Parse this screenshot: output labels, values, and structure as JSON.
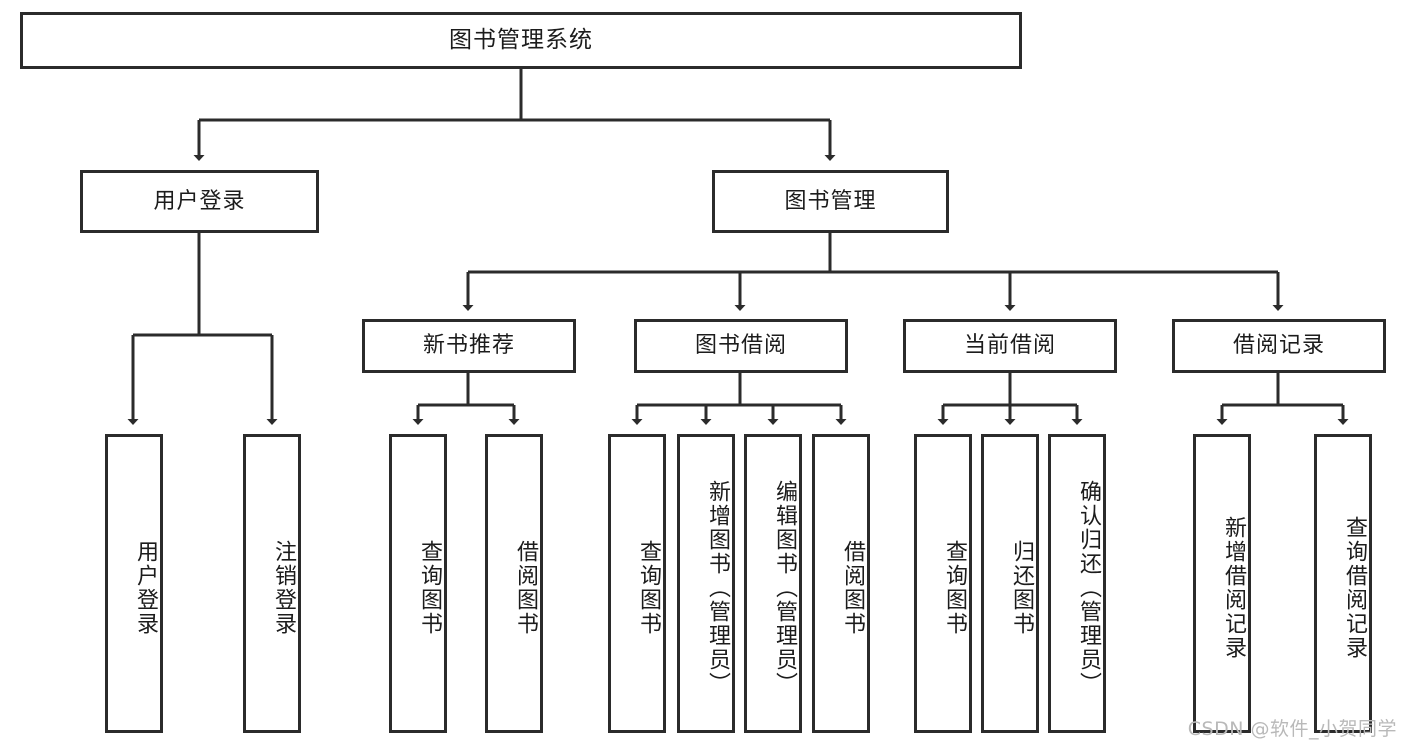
{
  "diagram": {
    "title": "图书管理系统",
    "type": "hierarchy-tree",
    "watermark": "CSDN @软件_小贺同学",
    "colors": {
      "box_border": "#2b2b2b",
      "box_fill": "#ffffff",
      "connector": "#2b2b2b",
      "text": "#1c1c1c",
      "watermark": "#b9b9b9"
    },
    "levels": {
      "level0": "root",
      "level1": "modules",
      "level2": "submodules",
      "level3": "functions"
    }
  },
  "root": {
    "label": "图书管理系统"
  },
  "modules": [
    {
      "label": "用户登录"
    },
    {
      "label": "图书管理"
    }
  ],
  "submodules": [
    {
      "label": "新书推荐"
    },
    {
      "label": "图书借阅"
    },
    {
      "label": "当前借阅"
    },
    {
      "label": "借阅记录"
    }
  ],
  "leaves": {
    "user_login": [
      {
        "label": "用户登录"
      },
      {
        "label": "注销登录"
      }
    ],
    "new_book_recommend": [
      {
        "label": "查询图书"
      },
      {
        "label": "借阅图书"
      }
    ],
    "book_borrow": [
      {
        "label": "查询图书"
      },
      {
        "label": "新增图书（管理员）"
      },
      {
        "label": "编辑图书（管理员）"
      },
      {
        "label": "借阅图书"
      }
    ],
    "current_borrow": [
      {
        "label": "查询图书"
      },
      {
        "label": "归还图书"
      },
      {
        "label": "确认归还（管理员）"
      }
    ],
    "borrow_record": [
      {
        "label": "新增借阅记录"
      },
      {
        "label": "查询借阅记录"
      }
    ]
  }
}
